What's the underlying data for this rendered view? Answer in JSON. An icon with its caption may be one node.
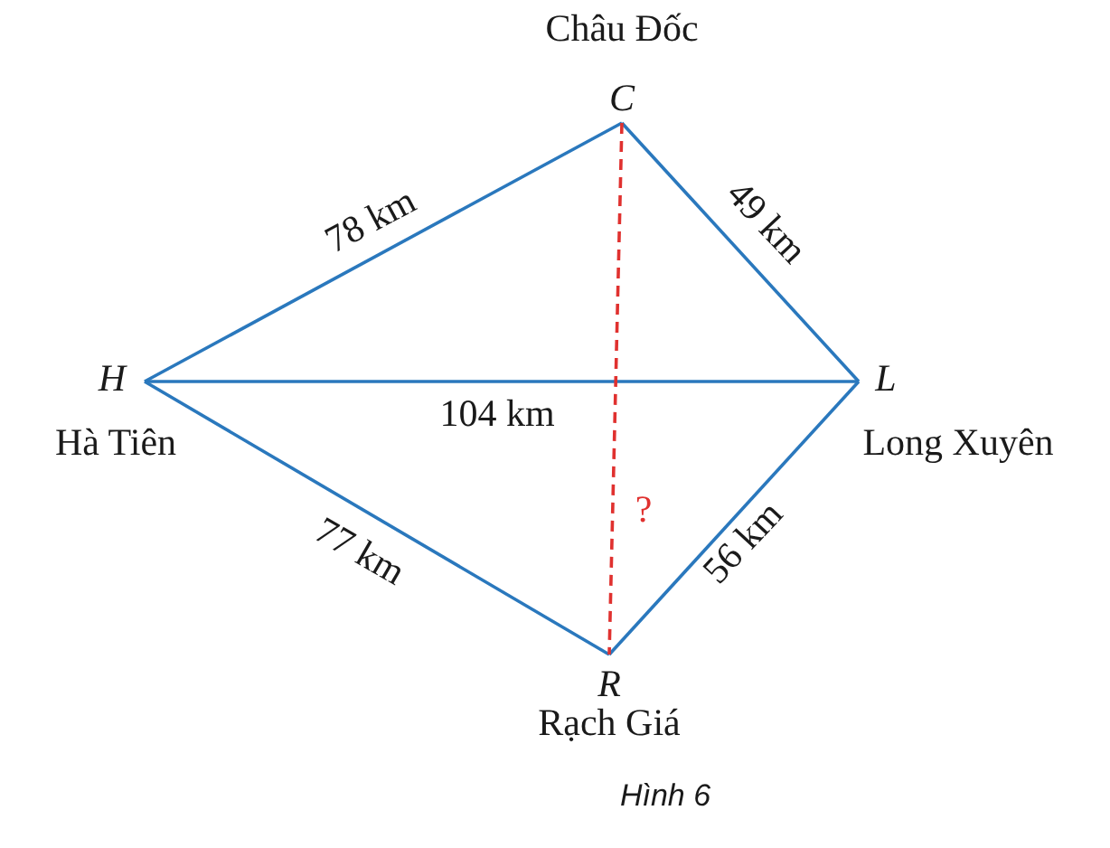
{
  "diagram": {
    "caption": "Hình 6",
    "nodes": [
      {
        "text": [
          "C"
        ],
        "beside": [
          "Châu Đốc"
        ]
      },
      {
        "text": [
          "H"
        ],
        "beside": [
          "Hà Tiên"
        ]
      },
      {
        "text": [
          "L"
        ],
        "beside": [
          "Long Xuyên"
        ]
      },
      {
        "text": [
          "R"
        ],
        "beside": [
          "Rạch Giá"
        ]
      }
    ],
    "edges": [
      {
        "from": 1,
        "to": 0,
        "arrow": "none",
        "label": "78 km"
      },
      {
        "from": 0,
        "to": 2,
        "arrow": "none",
        "label": "49 km"
      },
      {
        "from": 1,
        "to": 2,
        "arrow": "none",
        "label": "104 km"
      },
      {
        "from": 1,
        "to": 3,
        "arrow": "none",
        "label": "77 km"
      },
      {
        "from": 3,
        "to": 2,
        "arrow": "none",
        "label": "56 km"
      },
      {
        "from": 0,
        "to": 3,
        "arrow": "none",
        "label": "?",
        "style": "dashed",
        "color": "#e0312f"
      }
    ]
  }
}
